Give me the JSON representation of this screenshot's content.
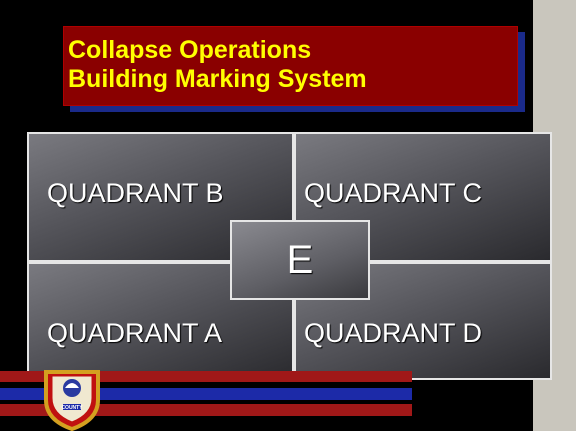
{
  "title": {
    "line1": "Collapse Operations",
    "line2": "Building Marking System"
  },
  "quadrants": {
    "b": "QUADRANT  B",
    "c": "QUADRANT  C",
    "a": "QUADRANT  A",
    "d": "QUADRANT  D"
  },
  "center": "E",
  "emblem": {
    "icon": "fire-department-emblem-icon",
    "text": "COUNTY"
  },
  "colors": {
    "title_bg": "#8a0000",
    "title_text": "#ffff00",
    "title_shadow": "#1a2a8a",
    "stripe_red": "#a01818",
    "stripe_blue": "#1c2aa8"
  }
}
